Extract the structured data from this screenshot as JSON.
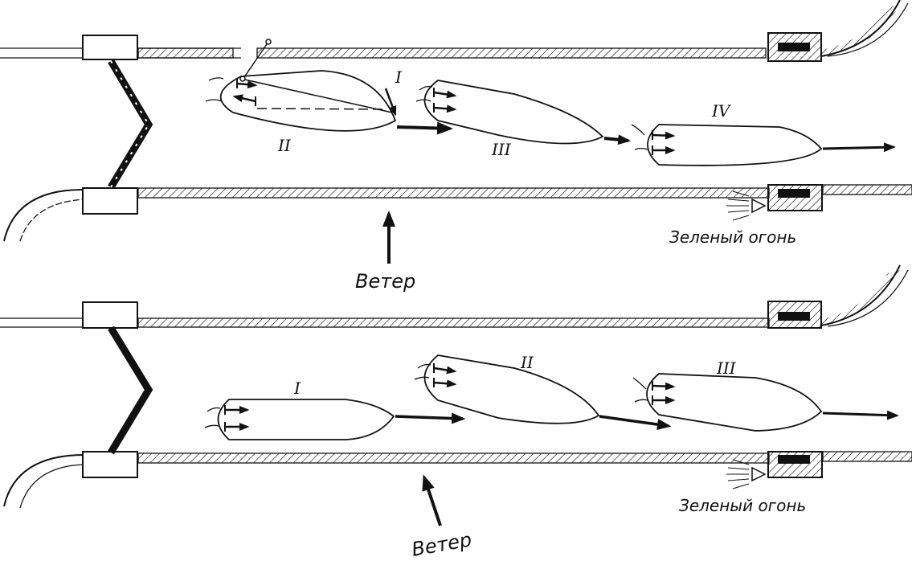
{
  "panels": [
    {
      "boats": [
        {
          "numeral": "I"
        },
        {
          "numeral": "II"
        },
        {
          "numeral": "III"
        },
        {
          "numeral": "IV"
        }
      ],
      "light_label": "Зеленый огонь",
      "wind_label": "Ветер"
    },
    {
      "boats": [
        {
          "numeral": "I"
        },
        {
          "numeral": "II"
        },
        {
          "numeral": "III"
        }
      ],
      "light_label": "Зеленый огонь",
      "wind_label": "Ветер"
    }
  ],
  "colors": {
    "ink": "#111111",
    "background": "#ffffff"
  }
}
